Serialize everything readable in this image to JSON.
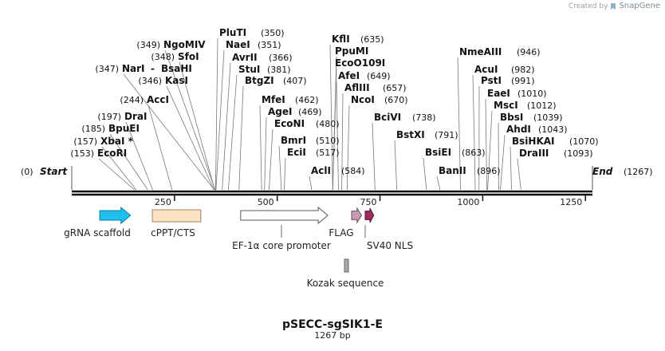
{
  "credit": {
    "prefix": "Created by",
    "brand": "SnapGene"
  },
  "map": {
    "name": "pSECC-sgSIK1-E",
    "length_label": "1267 bp",
    "total_bp": 1267,
    "start": {
      "label": "Start",
      "pos": "(0)"
    },
    "end": {
      "label": "End",
      "pos": "(1267)"
    },
    "ticks": [
      "250",
      "500",
      "750",
      "1000",
      "1250"
    ]
  },
  "sites": [
    {
      "name": "EcoRI",
      "pos": "(153)",
      "bp": 153
    },
    {
      "name": "XbaI *",
      "pos": "(157)",
      "bp": 157
    },
    {
      "name": "BpuEI",
      "pos": "(185)",
      "bp": 185
    },
    {
      "name": "DraI",
      "pos": "(197)",
      "bp": 197
    },
    {
      "name": "AccI",
      "pos": "(244)",
      "bp": 244
    },
    {
      "name": "KasI",
      "pos": "(346)",
      "bp": 346
    },
    {
      "name": "NarI",
      "pos": "(347)",
      "bp": 347,
      "combo": "BsaHI"
    },
    {
      "name": "SfoI",
      "pos": "(348)",
      "bp": 348
    },
    {
      "name": "NgoMIV",
      "pos": "(349)",
      "bp": 349
    },
    {
      "name": "PluTI",
      "pos": "(350)",
      "bp": 350
    },
    {
      "name": "NaeI",
      "pos": "(351)",
      "bp": 351
    },
    {
      "name": "AvrII",
      "pos": "(366)",
      "bp": 366
    },
    {
      "name": "StuI",
      "pos": "(381)",
      "bp": 381
    },
    {
      "name": "BtgZI",
      "pos": "(407)",
      "bp": 407
    },
    {
      "name": "MfeI",
      "pos": "(462)",
      "bp": 462
    },
    {
      "name": "AgeI",
      "pos": "(469)",
      "bp": 469
    },
    {
      "name": "EcoNI",
      "pos": "(480)",
      "bp": 480
    },
    {
      "name": "BmrI",
      "pos": "(510)",
      "bp": 510
    },
    {
      "name": "EciI",
      "pos": "(517)",
      "bp": 517
    },
    {
      "name": "AclI",
      "pos": "(584)",
      "bp": 584
    },
    {
      "name": "KflI",
      "pos": "(635)",
      "bp": 635
    },
    {
      "name": "PpuMI",
      "pos": "",
      "bp": 635
    },
    {
      "name": "EcoO109I",
      "pos": "",
      "bp": 635
    },
    {
      "name": "AfeI",
      "pos": "(649)",
      "bp": 649
    },
    {
      "name": "AflIII",
      "pos": "(657)",
      "bp": 657
    },
    {
      "name": "NcoI",
      "pos": "(670)",
      "bp": 670
    },
    {
      "name": "BciVI",
      "pos": "(738)",
      "bp": 738
    },
    {
      "name": "BstXI",
      "pos": "(791)",
      "bp": 791
    },
    {
      "name": "BsiEI",
      "pos": "(863)",
      "bp": 863
    },
    {
      "name": "BanII",
      "pos": "(896)",
      "bp": 896
    },
    {
      "name": "NmeAIII",
      "pos": "(946)",
      "bp": 946
    },
    {
      "name": "AcuI",
      "pos": "(982)",
      "bp": 982
    },
    {
      "name": "PstI",
      "pos": "(991)",
      "bp": 991
    },
    {
      "name": "EaeI",
      "pos": "(1010)",
      "bp": 1010
    },
    {
      "name": "MscI",
      "pos": "(1012)",
      "bp": 1012
    },
    {
      "name": "BbsI",
      "pos": "(1039)",
      "bp": 1039
    },
    {
      "name": "AhdI",
      "pos": "(1043)",
      "bp": 1043
    },
    {
      "name": "BsiHKAI",
      "pos": "(1070)",
      "bp": 1070
    },
    {
      "name": "DraIII",
      "pos": "(1093)",
      "bp": 1093
    }
  ],
  "features": [
    {
      "name": "gRNA scaffold",
      "start": 68,
      "end": 143,
      "color": "#1ec0f0",
      "stroke": "#0a7fa8",
      "shape": "arrow"
    },
    {
      "name": "cPPT/CTS",
      "start": 196,
      "end": 314,
      "color": "#fde3c3",
      "stroke": "#a08060",
      "shape": "box"
    },
    {
      "name": "EF-1α core promoter",
      "start": 411,
      "end": 623,
      "color": "#ffffff",
      "stroke": "#555555",
      "shape": "arrow"
    },
    {
      "name": "FLAG",
      "start": 681,
      "end": 705,
      "color": "#c69cb4",
      "stroke": "#6e4a5e",
      "shape": "arrow"
    },
    {
      "name": "SV40 NLS",
      "start": 714,
      "end": 735,
      "color": "#9b2c5c",
      "stroke": "#5a1434",
      "shape": "arrow"
    },
    {
      "name": "Kozak sequence",
      "start": 675,
      "end": 685,
      "color": "#a9a9a9",
      "stroke": "#666666",
      "shape": "box"
    }
  ]
}
